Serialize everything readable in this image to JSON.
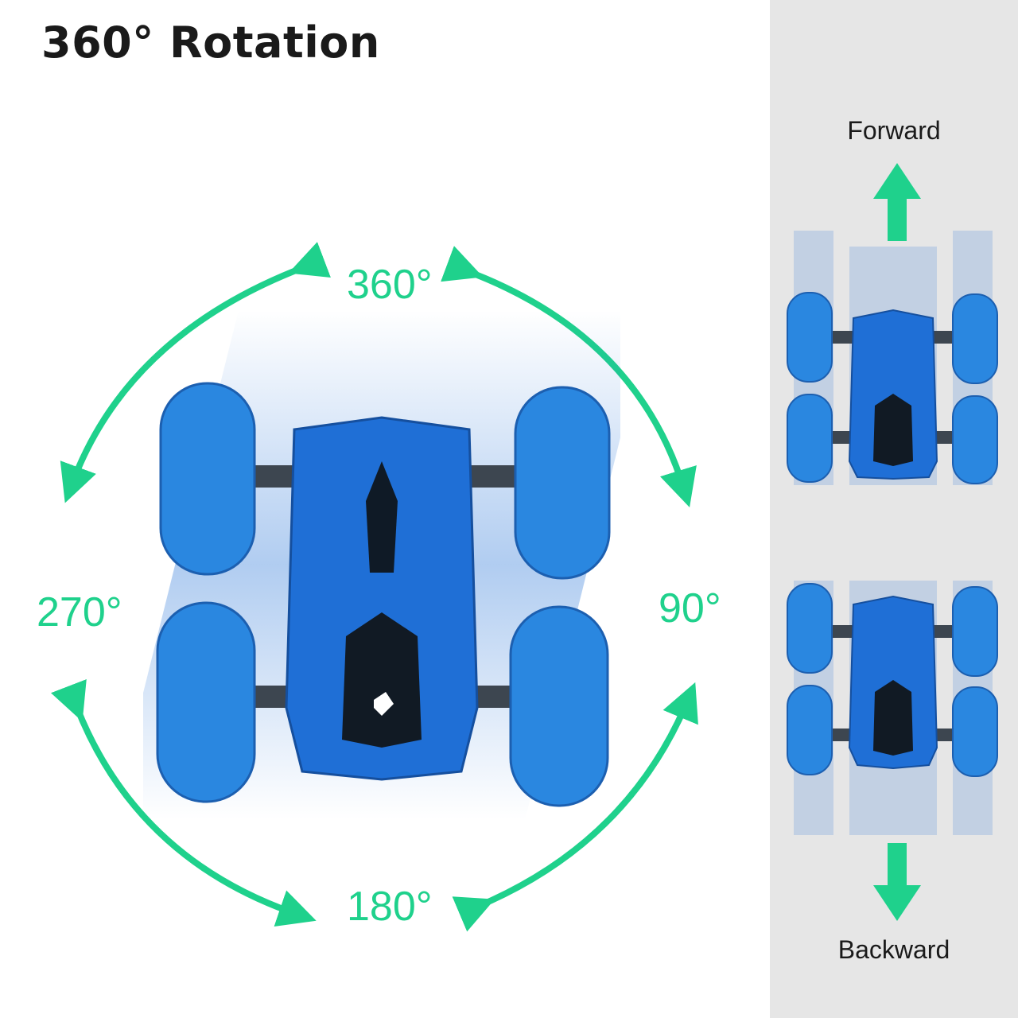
{
  "title": "360° Rotation",
  "rotation": {
    "top": "360°",
    "right": "90°",
    "bottom": "180°",
    "left": "270°"
  },
  "direction": {
    "forward": "Forward",
    "backward": "Backward"
  },
  "colors": {
    "accent": "#1fd18c",
    "car": "#1f6fd6",
    "panel": "#e6e6e6"
  }
}
